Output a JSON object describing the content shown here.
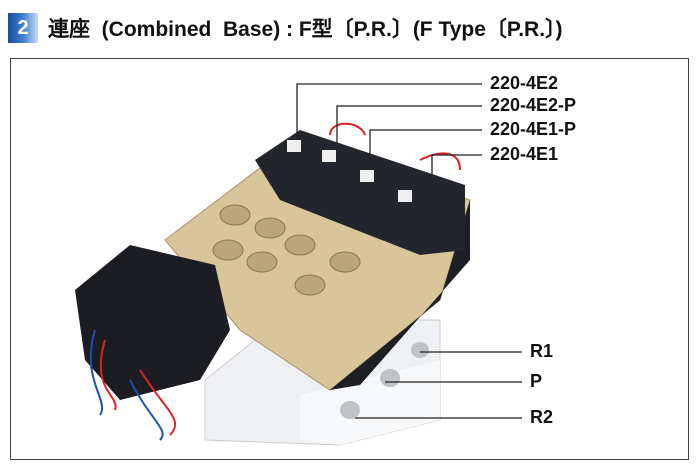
{
  "section_number": "2",
  "title": "連座  (Combined  Base) : F型〔P.R.〕(F Type〔P.R.〕)",
  "labels": {
    "m1": "220-4E2",
    "m2": "220-4E2-P",
    "m3": "220-4E1-P",
    "m4": "220-4E1",
    "r1": "R1",
    "p": "P",
    "r2": "R2"
  }
}
